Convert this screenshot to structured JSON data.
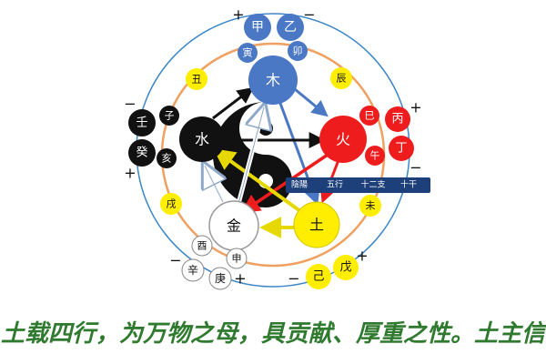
{
  "elements": {
    "wood": {
      "label": "木",
      "color": "#4a78c4"
    },
    "fire": {
      "label": "火",
      "color": "#ee1c1c"
    },
    "earth": {
      "label": "土",
      "color": "#ffee00"
    },
    "metal": {
      "label": "金",
      "color": "#ffffff"
    },
    "water": {
      "label": "水",
      "color": "#111111"
    }
  },
  "stems": {
    "jia": "甲",
    "yi": "乙",
    "bing": "丙",
    "ding": "丁",
    "wu": "戊",
    "ji": "己",
    "geng": "庚",
    "xin": "辛",
    "ren": "壬",
    "gui": "癸"
  },
  "branches": {
    "yin": "寅",
    "mao": "卯",
    "chen": "辰",
    "si": "巳",
    "wu": "午",
    "wei": "未",
    "shen": "申",
    "you": "酉",
    "xu": "戌",
    "hai": "亥",
    "zi": "子",
    "chou": "丑"
  },
  "signs": {
    "plus": "+",
    "minus": "−"
  },
  "legend": {
    "yinyang": "陰陽",
    "five_elements": "五行",
    "twelve_branches": "十二支",
    "ten_stems": "十干"
  },
  "colors": {
    "outer_ring": "#3b86c7",
    "inner_ring": "#f0a060",
    "branch_yellow": "#ffee00",
    "legend_bg": "#1d3f7a",
    "caption": "#2f7a2f"
  },
  "caption": "土载四行，为万物之母，具贡献、厚重之性。土主信"
}
